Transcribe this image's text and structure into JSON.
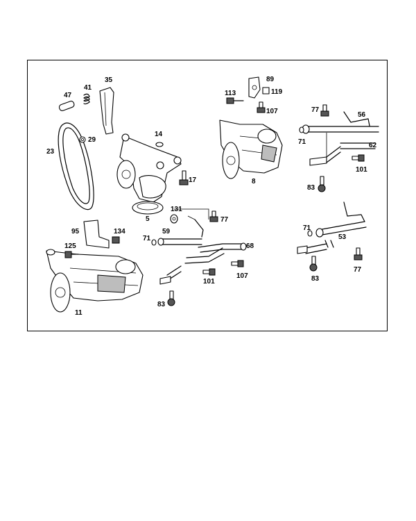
{
  "diagram": {
    "callouts": [
      {
        "id": "35",
        "text": "35"
      },
      {
        "id": "41",
        "text": "41"
      },
      {
        "id": "47",
        "text": "47"
      },
      {
        "id": "23",
        "text": "23"
      },
      {
        "id": "29",
        "text": "29"
      },
      {
        "id": "14",
        "text": "14"
      },
      {
        "id": "17",
        "text": "17"
      },
      {
        "id": "5",
        "text": "5"
      },
      {
        "id": "89",
        "text": "89"
      },
      {
        "id": "113",
        "text": "113"
      },
      {
        "id": "119",
        "text": "119"
      },
      {
        "id": "107a",
        "text": "107"
      },
      {
        "id": "8",
        "text": "8"
      },
      {
        "id": "77a",
        "text": "77"
      },
      {
        "id": "56",
        "text": "56"
      },
      {
        "id": "71a",
        "text": "71"
      },
      {
        "id": "62",
        "text": "62"
      },
      {
        "id": "101a",
        "text": "101"
      },
      {
        "id": "83a",
        "text": "83"
      },
      {
        "id": "131",
        "text": "131"
      },
      {
        "id": "77b",
        "text": "77"
      },
      {
        "id": "59",
        "text": "59"
      },
      {
        "id": "71b",
        "text": "71"
      },
      {
        "id": "68",
        "text": "68"
      },
      {
        "id": "101b",
        "text": "101"
      },
      {
        "id": "107b",
        "text": "107"
      },
      {
        "id": "83b",
        "text": "83"
      },
      {
        "id": "95",
        "text": "95"
      },
      {
        "id": "134",
        "text": "134"
      },
      {
        "id": "125",
        "text": "125"
      },
      {
        "id": "11",
        "text": "11"
      },
      {
        "id": "71c",
        "text": "71"
      },
      {
        "id": "53",
        "text": "53"
      },
      {
        "id": "83c",
        "text": "83"
      },
      {
        "id": "77c",
        "text": "77"
      }
    ]
  }
}
